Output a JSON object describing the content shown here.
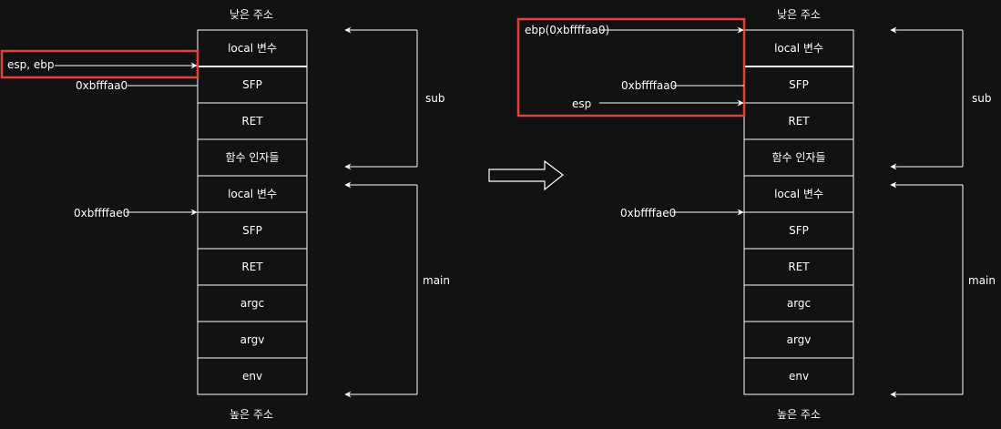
{
  "colors": {
    "background": "#121212",
    "line": "#ffffff",
    "highlight": "#e0433a"
  },
  "left": {
    "top_label": "낮은 주소",
    "bottom_label": "높은 주소",
    "cells": [
      "local 변수",
      "SFP",
      "RET",
      "함수 인자들",
      "local 변수",
      "SFP",
      "RET",
      "argc",
      "argv",
      "env"
    ],
    "pointer_esp_ebp": "esp, ebp",
    "addr_sfp_sub": "0xbfffaa0",
    "addr_sfp_main": "0xbffffae0",
    "bracket_sub": "sub",
    "bracket_main": "main"
  },
  "right": {
    "top_label": "낮은 주소",
    "bottom_label": "높은 주소",
    "cells": [
      "local 변수",
      "SFP",
      "RET",
      "함수 인자들",
      "local 변수",
      "SFP",
      "RET",
      "argc",
      "argv",
      "env"
    ],
    "pointer_ebp": "ebp(0xbffffaa0)",
    "addr_sfp_sub": "0xbffffaa0",
    "pointer_esp": "esp",
    "addr_sfp_main": "0xbffffae0",
    "bracket_sub": "sub",
    "bracket_main": "main"
  },
  "transition_arrow": "right-arrow"
}
